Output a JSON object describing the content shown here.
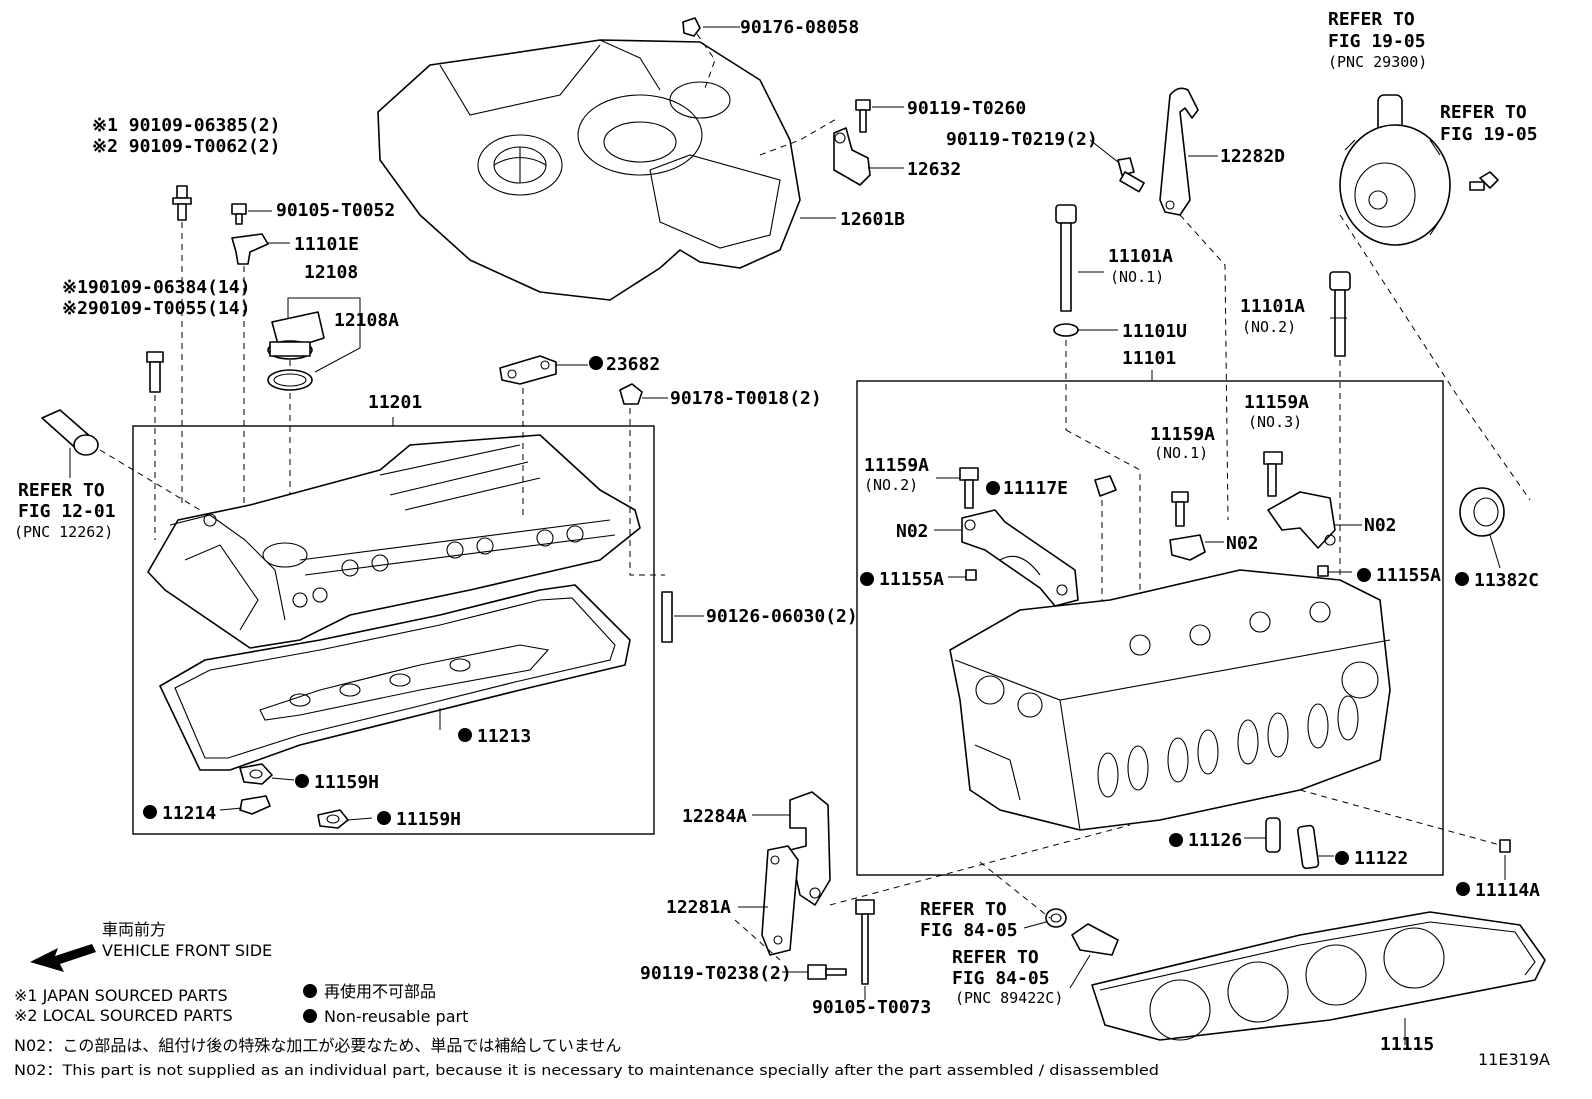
{
  "diagram": {
    "figure_code": "11E319A",
    "parts": {
      "p90176": "90176-08058",
      "p90119_0260": "90119-T0260",
      "p12632": "12632",
      "p12601B": "12601B",
      "p90119_0219": "90119-T0219(2)",
      "p12282D": "12282D",
      "refer_top_a": "REFER TO",
      "refer_top_b": "FIG 19-05",
      "refer_top_c": "(PNC 29300)",
      "refer_right_a": "REFER TO",
      "refer_right_b": "FIG 19-05",
      "p90109_06385": "※1 90109-06385(2)",
      "p90109_T0062": "※2 90109-T0062(2)",
      "p90105_0052": "90105-T0052",
      "p11101E": "11101E",
      "p12108": "12108",
      "p12108A": "12108A",
      "p90109_06384": "※190109-06384(14)",
      "p90109_T0055": "※290109-T0055(14)",
      "p23682": "23682",
      "p90178": "90178-T0018(2)",
      "p11201": "11201",
      "refer_left_a": "REFER TO",
      "refer_left_b": "FIG 12-01",
      "refer_left_c": "(PNC 12262)",
      "p90126": "90126-06030(2)",
      "p11213": "11213",
      "p11159H_a": "11159H",
      "p11159H_b": "11159H",
      "p11214": "11214",
      "p11101A_1": "11101A",
      "p11101A_1n": "(NO.1)",
      "p11101U": "11101U",
      "p11101": "11101",
      "p11101A_2": "11101A",
      "p11101A_2n": "(NO.2)",
      "p11159A_2": "11159A",
      "p11159A_2n": "(NO.2)",
      "p11117E": "11117E",
      "p11159A_1": "11159A",
      "p11159A_1n": "(NO.1)",
      "p11159A_3": "11159A",
      "p11159A_3n": "(NO.3)",
      "n02_a": "N02",
      "n02_b": "N02",
      "n02_c": "N02",
      "p11155A_a": "11155A",
      "p11155A_b": "11155A",
      "p11382C": "11382C",
      "p11126": "11126",
      "p11122": "11122",
      "p11114A": "11114A",
      "p12284A": "12284A",
      "p12281A": "12281A",
      "p90119_0238": "90119-T0238(2)",
      "p90105_0073": "90105-T0073",
      "refer_8405_a1": "REFER TO",
      "refer_8405_a2": "FIG 84-05",
      "refer_8405_b1": "REFER TO",
      "refer_8405_b2": "FIG 84-05",
      "refer_8405_b3": "(PNC 89422C)",
      "p11115": "11115"
    }
  },
  "legend": {
    "front_jp": "車両前方",
    "front_en": "VEHICLE FRONT SIDE",
    "jp_sourced": "※1  JAPAN SOURCED PARTS",
    "local_sourced": "※2  LOCAL SOURCED PARTS",
    "nonreusable_jp": "再使用不可部品",
    "nonreusable_en": "Non-reusable part"
  },
  "footnotes": {
    "n02_jp": "N02：この部品は、組付け後の特殊な加工が必要なため、単品では補給していません",
    "n02_en": "N02：This part is not supplied as an individual part, because it is necessary to maintenance specially after the part assembled / disassembled"
  }
}
